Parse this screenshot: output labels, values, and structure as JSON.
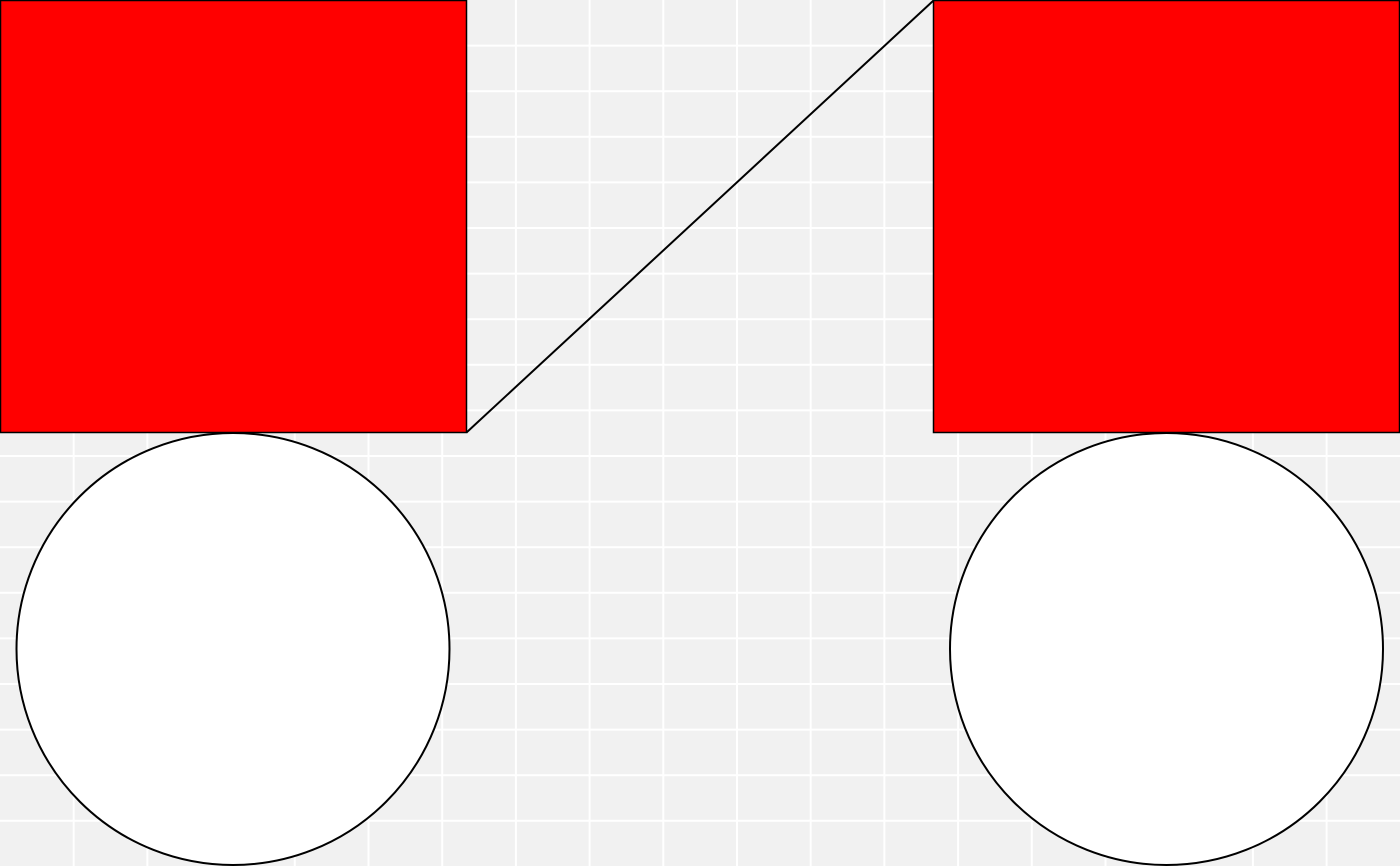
{
  "colors": {
    "background": "#f1f1f1",
    "grid": "#ffffff",
    "square_fill": "#ff0000",
    "circle_fill": "#ffffff",
    "stroke": "#000000"
  },
  "shapes": {
    "squares": [
      {
        "name": "red-square-left",
        "fill": "#ff0000"
      },
      {
        "name": "red-square-right",
        "fill": "#ff0000"
      }
    ],
    "circles": [
      {
        "name": "white-circle-left",
        "fill": "#ffffff"
      },
      {
        "name": "white-circle-right",
        "fill": "#ffffff"
      }
    ],
    "connectors": [
      {
        "name": "diagonal-connector-line",
        "from": "red-square-left",
        "to": "red-square-right"
      }
    ]
  }
}
